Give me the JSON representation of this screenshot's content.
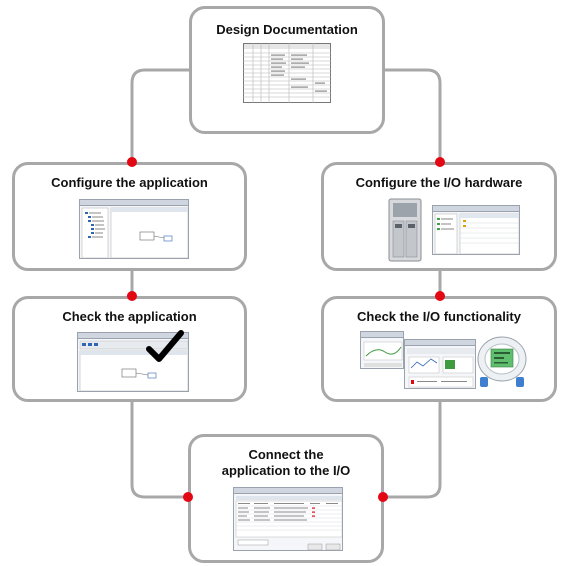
{
  "colors": {
    "connector": "#a8a8a8",
    "box_border": "#a8a8a8",
    "dot": "#e30613",
    "text": "#111111"
  },
  "nodes": {
    "design": {
      "title": "Design Documentation",
      "icon": "table-document-icon"
    },
    "configure_app": {
      "title": "Configure the application",
      "icon": "engineering-software-icon"
    },
    "configure_io": {
      "title": "Configure the I/O hardware",
      "icon": "io-hardware-icon"
    },
    "check_app": {
      "title": "Check the application",
      "icon": "checkmark-icon"
    },
    "check_io": {
      "title": "Check the I/O functionality",
      "icon": "field-transmitter-icon"
    },
    "connect": {
      "title_line1": "Connect the",
      "title_line2": "application to the I/O",
      "icon": "dialog-window-icon"
    }
  }
}
